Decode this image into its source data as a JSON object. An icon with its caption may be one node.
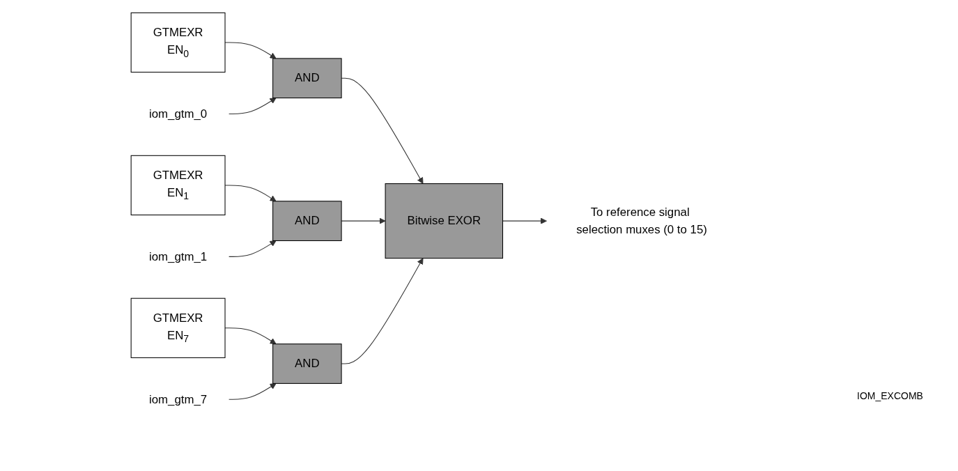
{
  "diagram": {
    "nodes": [
      {
        "text": [
          "GTMEXR",
          "EN$_{0}$"
        ]
      },
      {
        "text": [
          "iom_gtm_0"
        ]
      },
      {
        "text": [
          "AND"
        ]
      },
      {
        "text": [
          "GTMEXR",
          "EN$_{1}$"
        ]
      },
      {
        "text": [
          "iom_gtm_1"
        ]
      },
      {
        "text": [
          "AND"
        ]
      },
      {
        "text": [
          "GTMEXR",
          "EN$_{7}$"
        ]
      },
      {
        "text": [
          "iom_gtm_7"
        ]
      },
      {
        "text": [
          "AND"
        ]
      },
      {
        "text": [
          "Bitwise EXOR"
        ]
      },
      {
        "text": [
          "To reference signal selection muxes (0 to 15)"
        ]
      }
    ],
    "edges": [
      {
        "from": 0,
        "to": 2,
        "arrow": "to"
      },
      {
        "from": 1,
        "to": 2,
        "arrow": "to"
      },
      {
        "from": 2,
        "to": 9,
        "arrow": "to"
      },
      {
        "from": 3,
        "to": 5,
        "arrow": "to"
      },
      {
        "from": 4,
        "to": 5,
        "arrow": "to"
      },
      {
        "from": 5,
        "to": 9,
        "arrow": "to"
      },
      {
        "from": 6,
        "to": 8,
        "arrow": "to"
      },
      {
        "from": 7,
        "to": 8,
        "arrow": "to"
      },
      {
        "from": 8,
        "to": 9,
        "arrow": "to"
      },
      {
        "from": 9,
        "to": 10,
        "arrow": "to"
      }
    ],
    "labels": [
      "IOM_EXCOMB"
    ]
  }
}
